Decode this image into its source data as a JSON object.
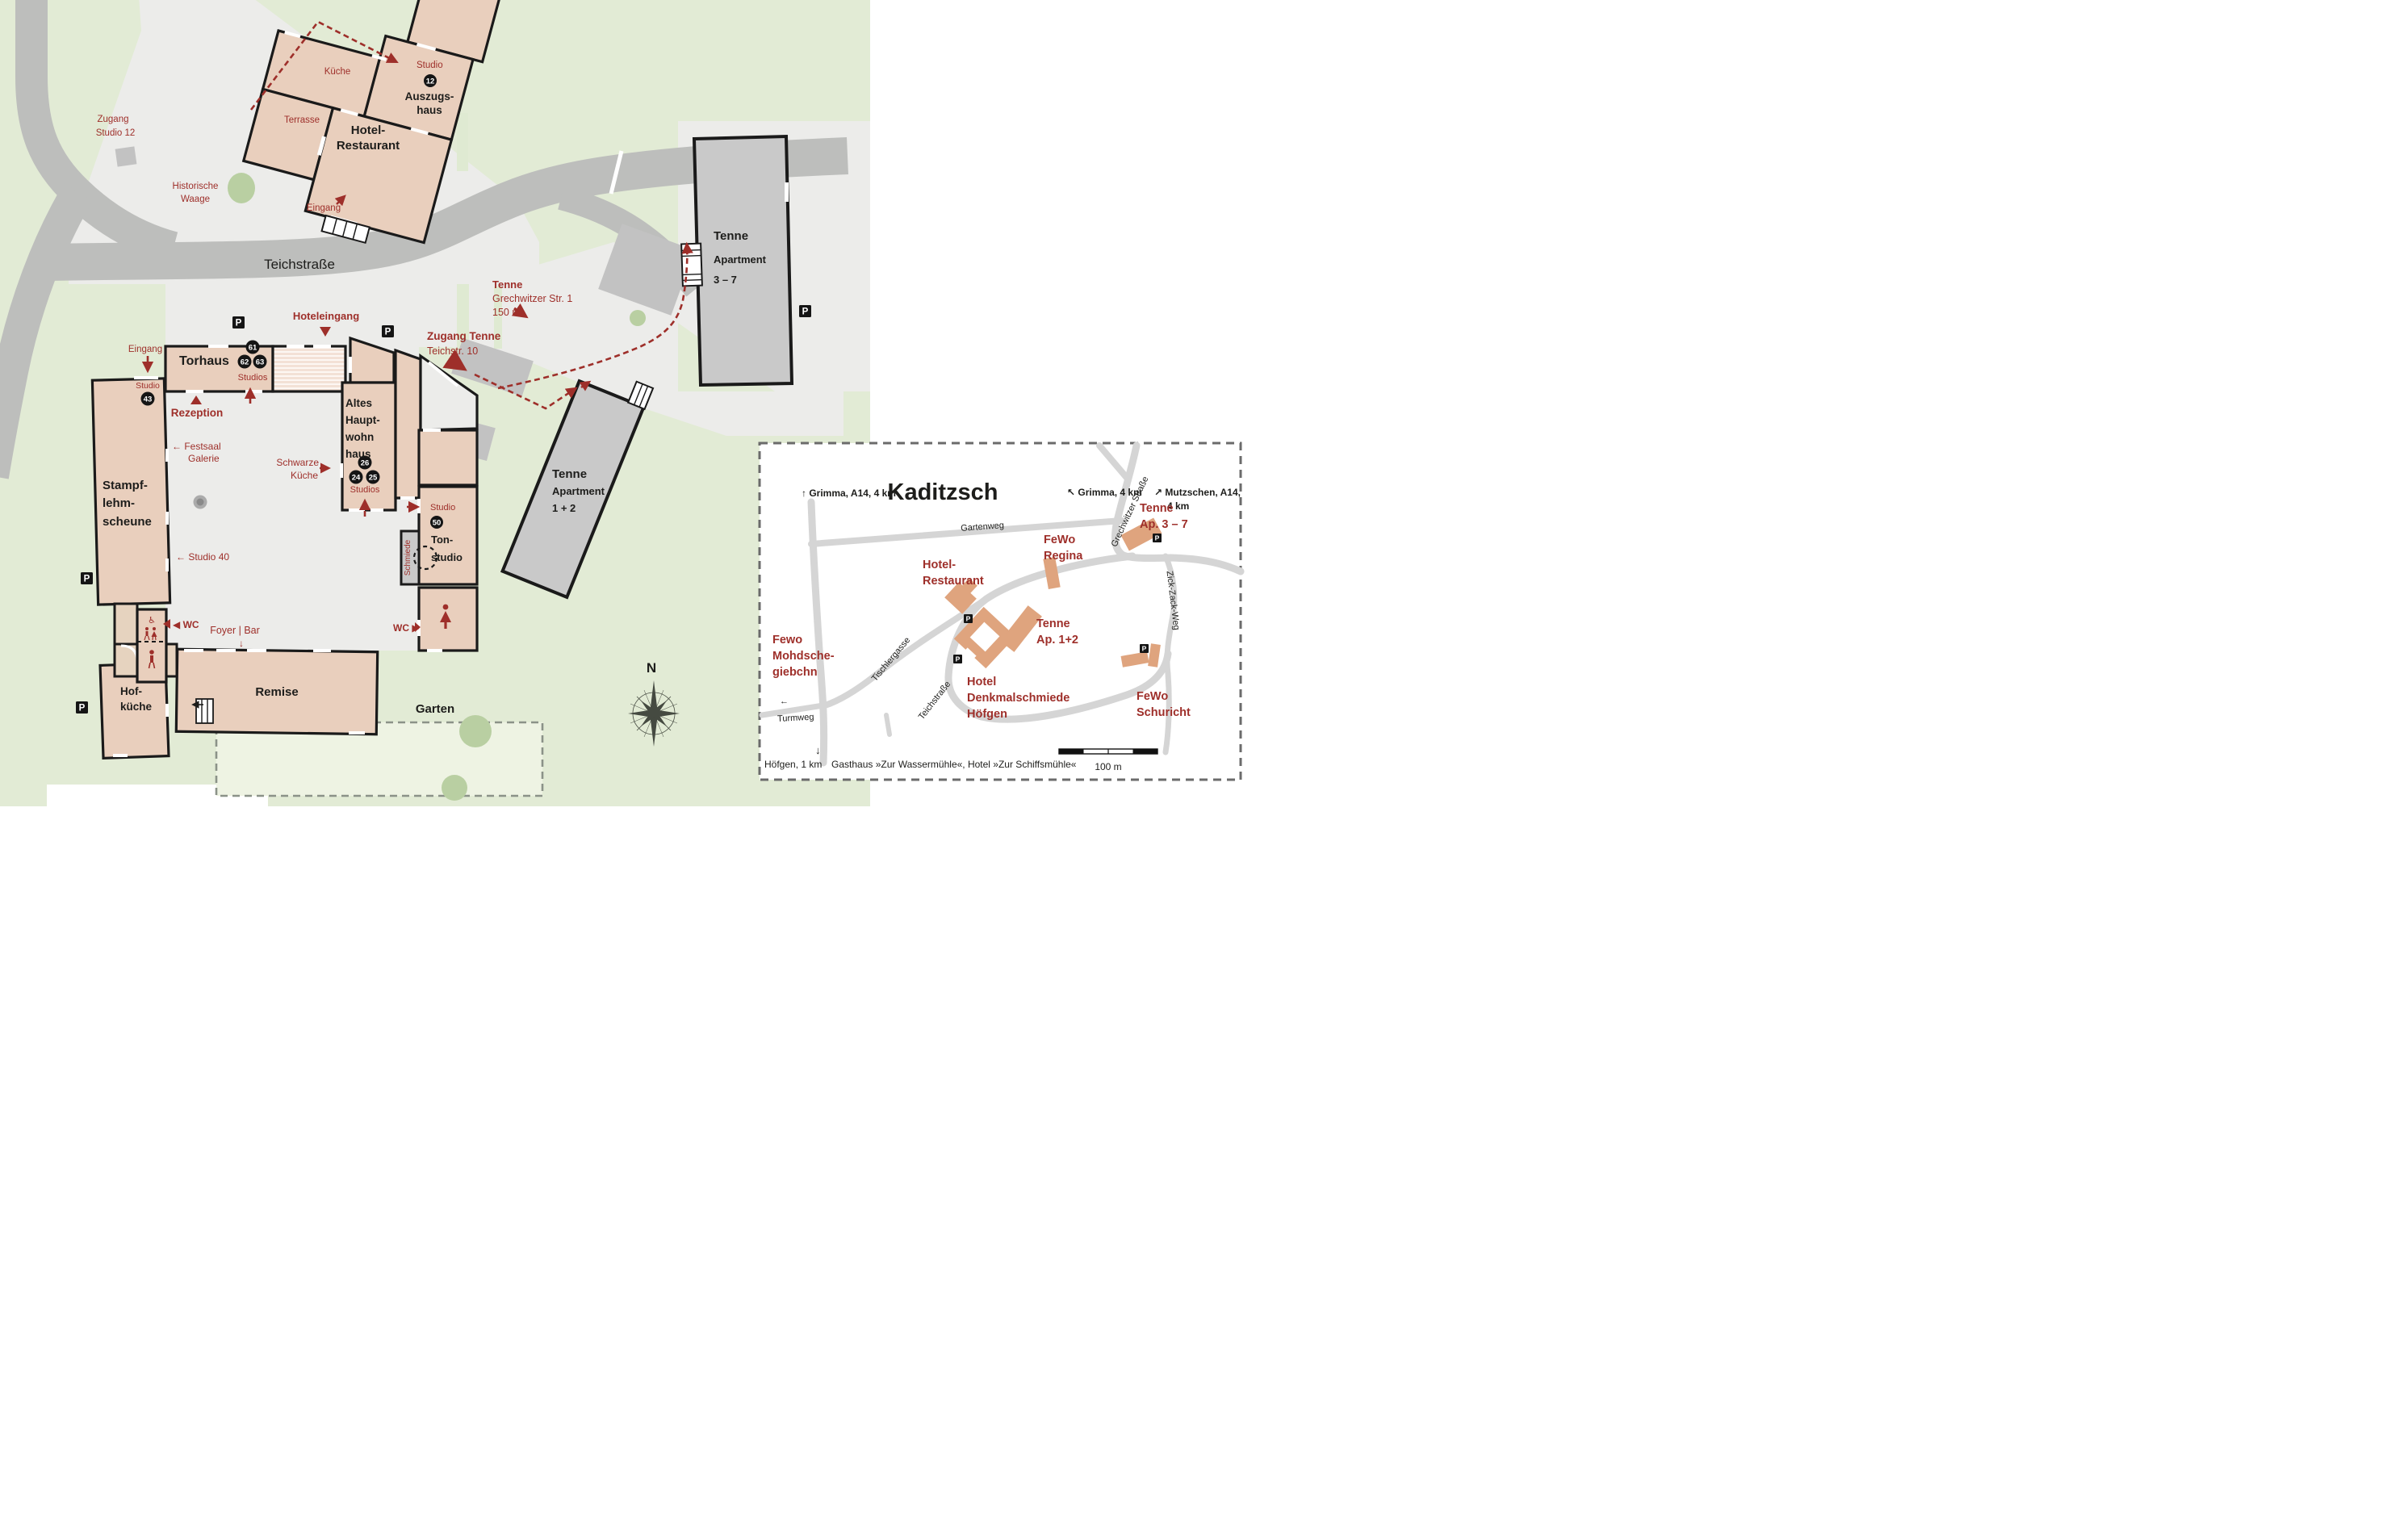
{
  "map": {
    "street": "Teichstraße",
    "hotel": {
      "kueche": "Küche",
      "terrasse": "Terrasse",
      "restaurant1": "Hotel-",
      "restaurant2": "Restaurant",
      "auszug1": "Auszugs-",
      "auszug2": "haus",
      "studio": "Studio",
      "studio_no": "12",
      "eingang": "Eingang",
      "zugang1": "Zugang",
      "zugang2": "Studio 12",
      "waage1": "Historische",
      "waage2": "Waage"
    },
    "tenne37": {
      "name": "Tenne",
      "line2": "Apartment",
      "line3": "3 – 7"
    },
    "tenne12": {
      "name": "Tenne",
      "line2": "Apartment",
      "line3": "1 + 2"
    },
    "grechwitzer_note": {
      "line1": "Tenne",
      "line2": "Grechwitzer Str. 1",
      "line3": "150 m"
    },
    "zugang_tenne": {
      "line1": "Zugang Tenne",
      "line2": "Teichstr. 10"
    },
    "hoteleingang": "Hoteleingang",
    "torhaus": {
      "name": "Torhaus",
      "b61": "61",
      "b62": "62",
      "b63": "63",
      "studios": "Studios"
    },
    "rezeption": "Rezeption",
    "scheune": {
      "eingang": "Eingang",
      "studio": "Studio",
      "b43": "43",
      "line1": "Stampf-",
      "line2": "lehm-",
      "line3": "scheune",
      "festsaal": "← Festsaal",
      "galerie": "Galerie",
      "studio40": "← Studio 40"
    },
    "altes": {
      "line1": "Altes",
      "line2": "Haupt-",
      "line3": "wohn",
      "line4": "haus",
      "b26": "26",
      "b24": "24",
      "b25": "25",
      "studios": "Studios",
      "schwarze1": "Schwarze",
      "schwarze2": "Küche"
    },
    "tonstudio": {
      "studio": "Studio",
      "b50": "50",
      "line1": "Ton-",
      "line2": "studio"
    },
    "schmiede": "Schmiede",
    "wc_left": "◀ WC",
    "wc_right": "WC ▶",
    "foyer": "Foyer | Bar",
    "foyer_arrow": "↓",
    "remise": "Remise",
    "hofkueche1": "Hof-",
    "hofkueche2": "küche",
    "garten": "Garten",
    "parking": "P",
    "north": "N"
  },
  "inset": {
    "title": "Kaditzsch",
    "top_left": "↑ Grimma,  A14, 4 km",
    "top_mid": "↖ Grimma, 4 km",
    "top_right1": "↗ Mutzschen, A14,",
    "top_right2": "4 km",
    "streets": {
      "gartenweg": "Gartenweg",
      "grechwitzer": "Grechwitzer Straße",
      "teichstrasse": "Teichstraße",
      "tischlergasse": "Tischlergasse",
      "zickzack": "Zick-Zack-Weg",
      "turmweg": "Turmweg",
      "turmweg_arrow": "←"
    },
    "labels": {
      "fewo_regina1": "FeWo",
      "fewo_regina2": "Regina",
      "hotel1": "Hotel-",
      "hotel2": "Restaurant",
      "tenne37a": "Tenne",
      "tenne37b": "Ap. 3 – 7",
      "tenne12a": "Tenne",
      "tenne12b": "Ap. 1+2",
      "denk1": "Hotel",
      "denk2": "Denkmalschmiede",
      "denk3": "Höfgen",
      "schuricht1": "FeWo",
      "schuricht2": "Schuricht",
      "mohd1": "Fewo",
      "mohd2": "Mohdsche-",
      "mohd3": "giebchn"
    },
    "bottom": {
      "arrow": "↓",
      "hoefgen": "Höfgen, 1 km",
      "gasthaus": "Gasthaus »Zur Wassermühle«, Hotel »Zur Schiffsmühle«",
      "scale": "100 m"
    },
    "parking": "P"
  }
}
